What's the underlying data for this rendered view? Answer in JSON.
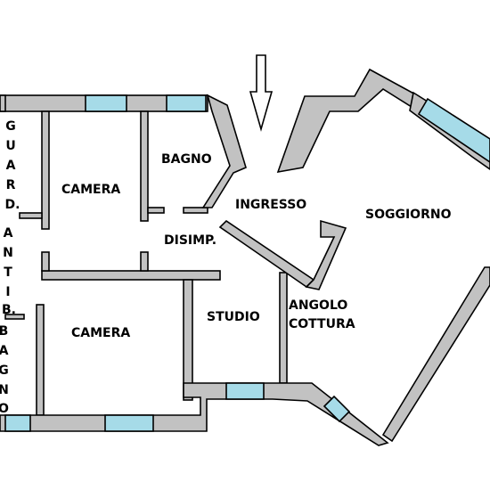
{
  "rooms": {
    "camera_top": "CAMERA",
    "bagno": "BAGNO",
    "ingresso": "INGRESSO",
    "soggiorno": "SOGGIORNO",
    "disimp": "DISIMP.",
    "studio": "STUDIO",
    "angolo_line1": "ANGOLO",
    "angolo_line2": "COTTURA",
    "camera_bottom": "CAMERA"
  },
  "vertical_labels": {
    "guard": [
      "G",
      "U",
      "A",
      "R",
      "D."
    ],
    "antib": [
      "A",
      "N",
      "T",
      "I",
      "B."
    ],
    "bagno_small": [
      "B",
      "A",
      "G",
      "N",
      "O"
    ]
  },
  "colors": {
    "wall": "#c2c2c2",
    "window": "#a6dbe8",
    "outline": "#000000"
  },
  "icons": {
    "entrance": "down-arrow-icon"
  }
}
